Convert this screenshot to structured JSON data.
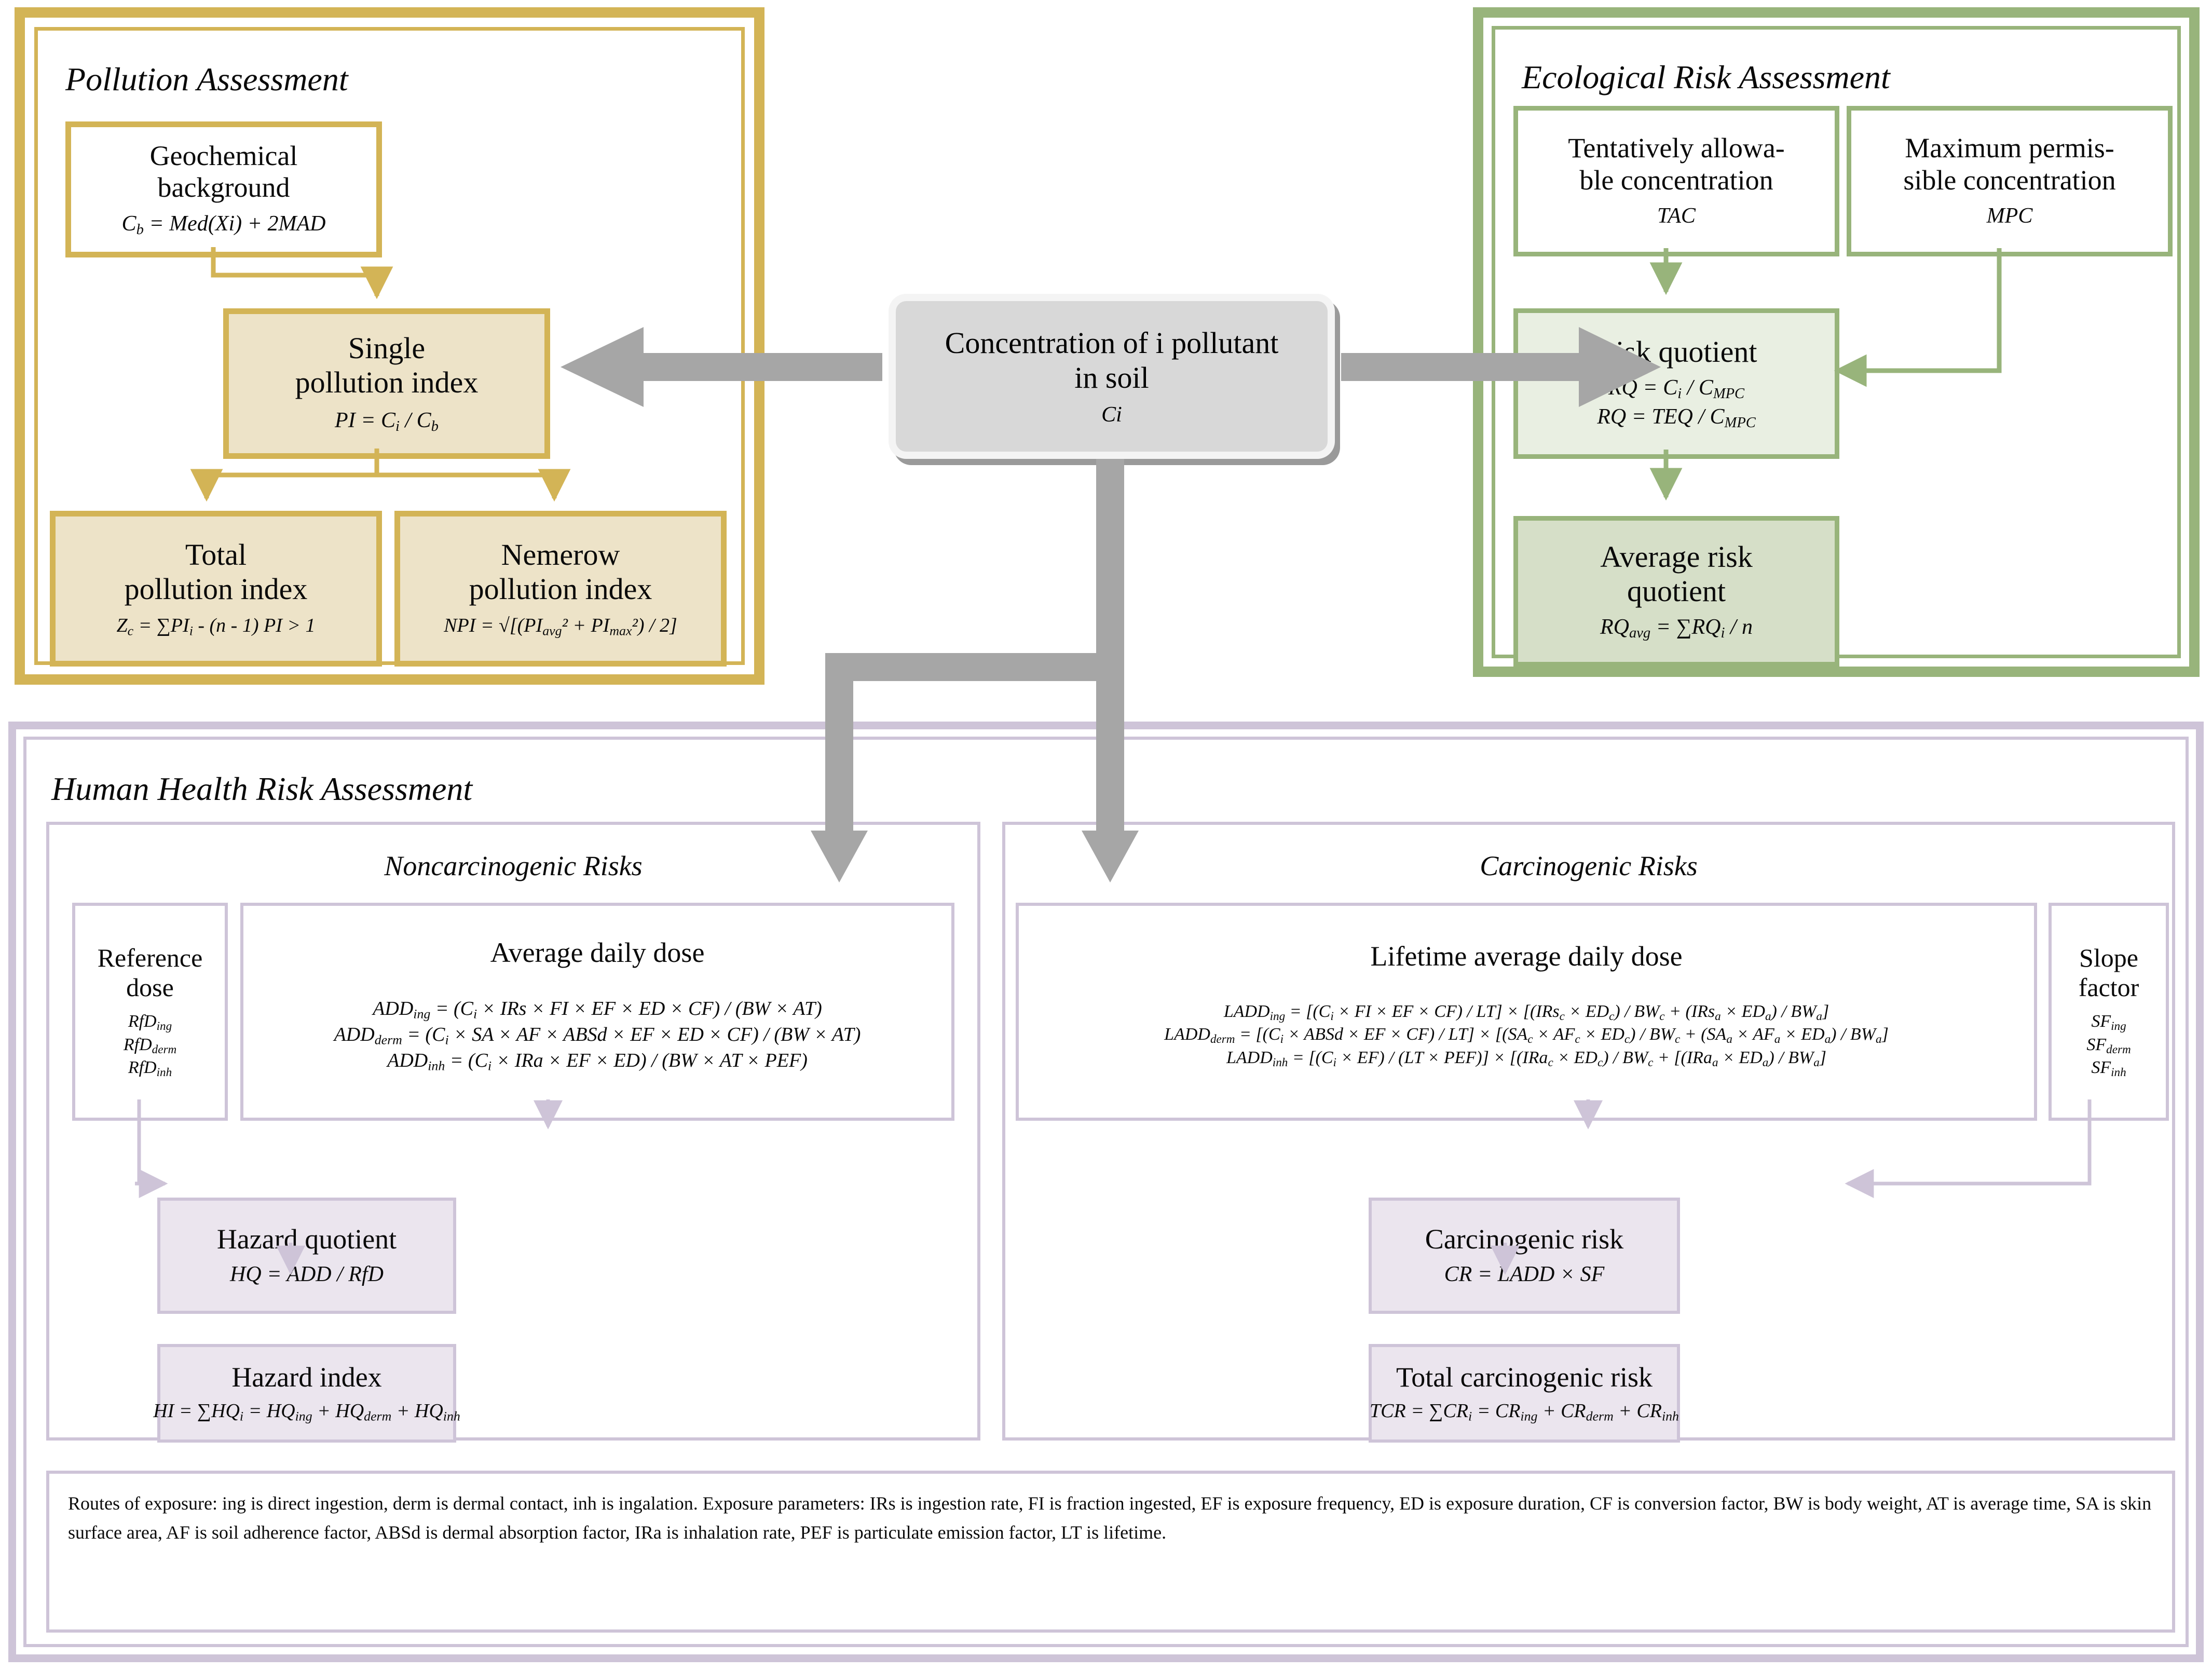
{
  "colors": {
    "pollution_border": "#D3B456",
    "pollution_fill": "#EDE3C8",
    "ecological_border": "#98B47B",
    "ecological_fill_light": "#E9EFE2",
    "ecological_fill_dark": "#D6DFC8",
    "health_border": "#CEC4D8",
    "health_fill": "#EBE5EE",
    "arrow_gray": "#A6A6A6",
    "center_fill": "#D8D8D8"
  },
  "pollution": {
    "title": "Pollution Assessment",
    "geochemical": {
      "title_line1": "Geochemical",
      "title_line2": "background",
      "formula": "Cb = Med(Xi) + 2MAD"
    },
    "single": {
      "title_line1": "Single",
      "title_line2": "pollution index",
      "formula": "PI = Ci / Cb"
    },
    "total": {
      "title_line1": "Total",
      "title_line2": "pollution index",
      "formula": "Zc = ∑PIi - (n - 1)     PI > 1"
    },
    "nemerow": {
      "title_line1": "Nemerow",
      "title_line2": "pollution index",
      "formula": "NPI = √[(PIavg² + PImax²) / 2]"
    }
  },
  "center": {
    "line1": "Concentration of i pollutant",
    "line2": "in soil",
    "symbol": "Ci"
  },
  "ecological": {
    "title": "Ecological Risk Assessment",
    "tac": {
      "line1": "Tentatively allowa-",
      "line2": "ble concentration",
      "abbr": "TAC"
    },
    "mpc": {
      "line1": "Maximum permis-",
      "line2": "sible concentration",
      "abbr": "MPC"
    },
    "risk_quotient": {
      "title": "Risk quotient",
      "formula1": "RQ = Ci / CMPC",
      "formula2": "RQ = TEQ / CMPC"
    },
    "avg_risk_quotient": {
      "title_line1": "Average risk",
      "title_line2": "quotient",
      "formula": "RQavg = ∑RQi / n"
    }
  },
  "health": {
    "title": "Human Health Risk Assessment",
    "noncarcinogenic": {
      "subtitle": "Noncarcinogenic Risks",
      "reference_dose": {
        "title_line1": "Reference",
        "title_line2": "dose",
        "items": [
          "RfDing",
          "RfDderm",
          "RfDinh"
        ]
      },
      "average_daily_dose": {
        "title": "Average daily dose",
        "formulas": [
          "ADDing = (Ci × IRs × FI × EF × ED × CF) / (BW × AT)",
          "ADDderm = (Ci × SA × AF × ABSd × EF × ED × CF) / (BW × AT)",
          "ADDinh = (Ci × IRa × EF × ED) / (BW × AT × PEF)"
        ]
      },
      "hazard_quotient": {
        "title": "Hazard quotient",
        "formula": "HQ = ADD / RfD"
      },
      "hazard_index": {
        "title": "Hazard index",
        "formula": "HI = ∑HQi = HQing + HQderm + HQinh"
      }
    },
    "carcinogenic": {
      "subtitle": "Carcinogenic Risks",
      "slope_factor": {
        "title_line1": "Slope",
        "title_line2": "factor",
        "items": [
          "SFing",
          "SFderm",
          "SFinh"
        ]
      },
      "lifetime_average_daily_dose": {
        "title": "Lifetime average daily dose",
        "formulas": [
          "LADDing = [(Ci × FI × EF × CF) / LT] × [(IRsc × EDc) / BWc + (IRsa × EDa) / BWa]",
          "LADDderm = [(Ci × ABSd × EF × CF) / LT] × [(SAc × AFc × EDc) / BWc + (SAa × AFa × EDa) / BWa]",
          "LADDinh = [(Ci × EF) / (LT × PEF)] × [(IRac × EDc) / BWc + [(IRaa × EDa) / BWa]"
        ]
      },
      "carcinogenic_risk": {
        "title": "Carcinogenic risk",
        "formula": "CR = LADD × SF"
      },
      "total_carcinogenic_risk": {
        "title": "Total carcinogenic risk",
        "formula": "TCR = ∑CRi = CRing + CRderm + CRinh"
      }
    },
    "notes": "Routes of exposure: ing is direct ingestion, derm is dermal contact, inh is ingalation. Exposure parameters: IRs is ingestion rate, FI is fraction ingested, EF is exposure frequency, ED is exposure duration, CF is conversion factor, BW is body weight, AT is average time, SA is skin surface area, AF is soil adherence factor, ABSd is dermal absorption factor, IRa is inhalation rate, PEF is particulate emission factor, LT is lifetime."
  }
}
